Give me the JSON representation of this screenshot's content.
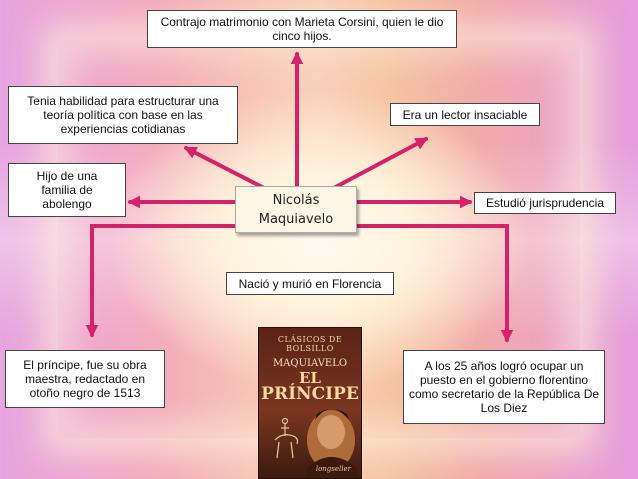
{
  "center": {
    "line1": "Nicolás",
    "line2": "Maquiavelo"
  },
  "nodes": {
    "top": "Contrajo matrimonio con Marieta Corsini, quien le dio cinco hijos.",
    "upper_left": "Tenia habilidad para estructurar una teoría política con base en las experiencias cotidianas",
    "upper_right": "Era un lector insaciable",
    "left": "Hijo de una familia de abolengo",
    "right": "Estudió jurisprudencia",
    "below_center": "Nació y murió en Florencia",
    "bottom_left": "El príncipe, fue su obra maestra, redactado en otoño negro de 1513",
    "bottom_right": "A los 25 años logró ocupar un puesto en el gobierno florentino como secretario de la República De Los Diez"
  },
  "book_cover": {
    "series": "CLÁSICOS DE BOLSILLO",
    "author": "MAQUIAVELO",
    "title_line1": "EL",
    "title_line2": "PRÍNCIPE",
    "publisher": "longseller"
  },
  "colors": {
    "arrow": "#d6226b",
    "background_pink": "#f2a9c4",
    "background_peach": "#f6b99c"
  }
}
